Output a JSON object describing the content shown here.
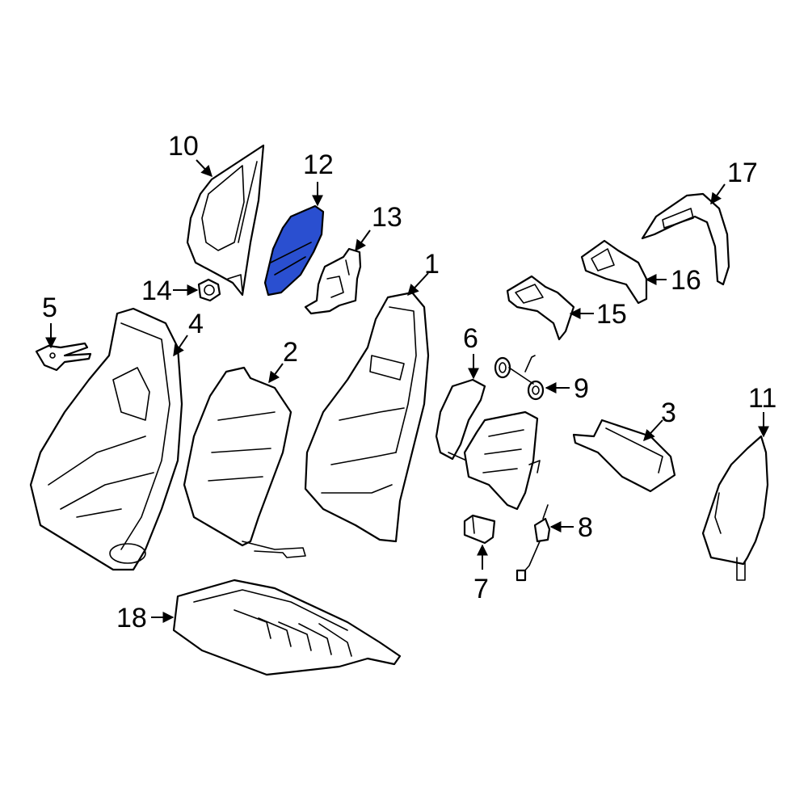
{
  "highlight_color": "#2a4fd0",
  "highlighted_part": "12",
  "callouts": {
    "c1": "1",
    "c2": "2",
    "c3": "3",
    "c4": "4",
    "c5": "5",
    "c6": "6",
    "c7": "7",
    "c8": "8",
    "c9": "9",
    "c10": "10",
    "c11": "11",
    "c12": "12",
    "c13": "13",
    "c14": "14",
    "c15": "15",
    "c16": "16",
    "c17": "17",
    "c18": "18"
  }
}
